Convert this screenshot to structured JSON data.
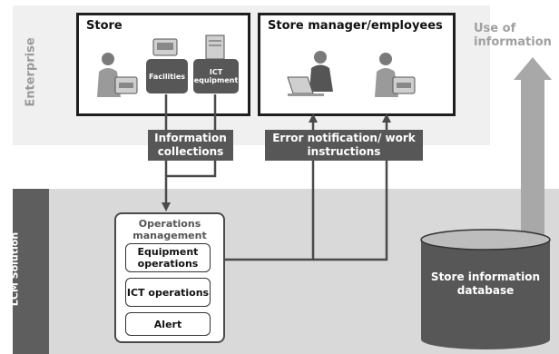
{
  "bands": {
    "enterprise_label": "Enterprise",
    "lcm_label": "LCM Solution"
  },
  "store": {
    "title": "Store",
    "facilities_label": "Facilities",
    "ict_label": "ICT equipment"
  },
  "manager": {
    "title": "Store manager/employees"
  },
  "bars": {
    "collections": "Information collections",
    "errors": "Error notification/ work instructions"
  },
  "use_of_information": "Use of information",
  "operations": {
    "title": "Operations management",
    "items": [
      "Equipment operations",
      "ICT operations",
      "Alert"
    ]
  },
  "database": {
    "label": "Store information database"
  },
  "colors": {
    "dark": "#575757",
    "arrow_gray": "#a8a8a8",
    "enterprise_band": "#f0f0f0",
    "lcm_band": "#d9d9d9"
  }
}
